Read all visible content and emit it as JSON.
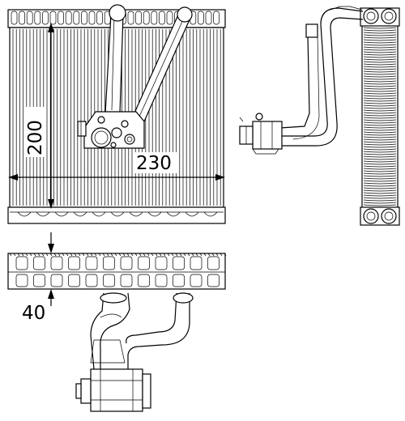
{
  "diagram": {
    "dimensions": {
      "height": "200",
      "width": "230",
      "depth": "40"
    }
  }
}
